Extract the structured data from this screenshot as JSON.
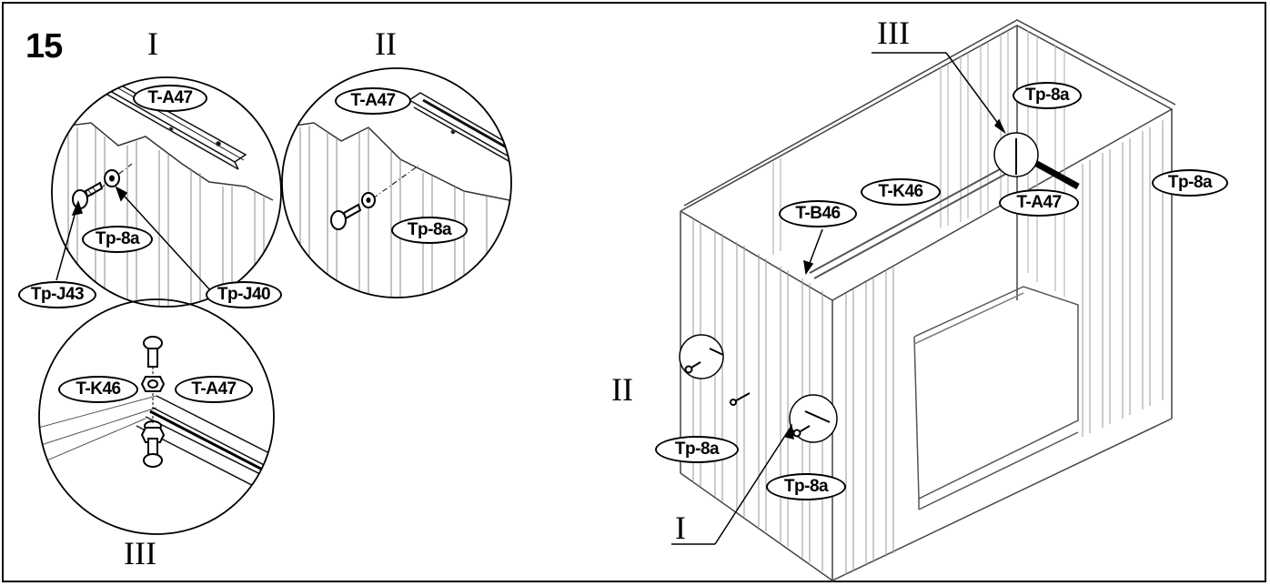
{
  "step_number": "15",
  "detail_titles": {
    "detail_1": "I",
    "detail_2": "II",
    "detail_3": "III",
    "main_ref_1": "I",
    "main_ref_2": "II",
    "main_ref_3": "III"
  },
  "part_labels": {
    "d1_rail": "T-A47",
    "d1_screw": "Tp-8a",
    "d1_bolt": "Tp-J43",
    "d1_washer": "Tp-J40",
    "d2_rail": "T-A47",
    "d2_screw": "Tp-8a",
    "d3_left_rail": "T-K46",
    "d3_right_rail": "T-A47",
    "main_beam_k": "T-K46",
    "main_beam_b": "T-B46",
    "main_rail_a": "T-A47",
    "main_screw_top": "Tp-8a",
    "main_screw_right": "Tp-8a",
    "main_screw_left": "Tp-8a",
    "main_screw_bottom": "Tp-8a"
  }
}
